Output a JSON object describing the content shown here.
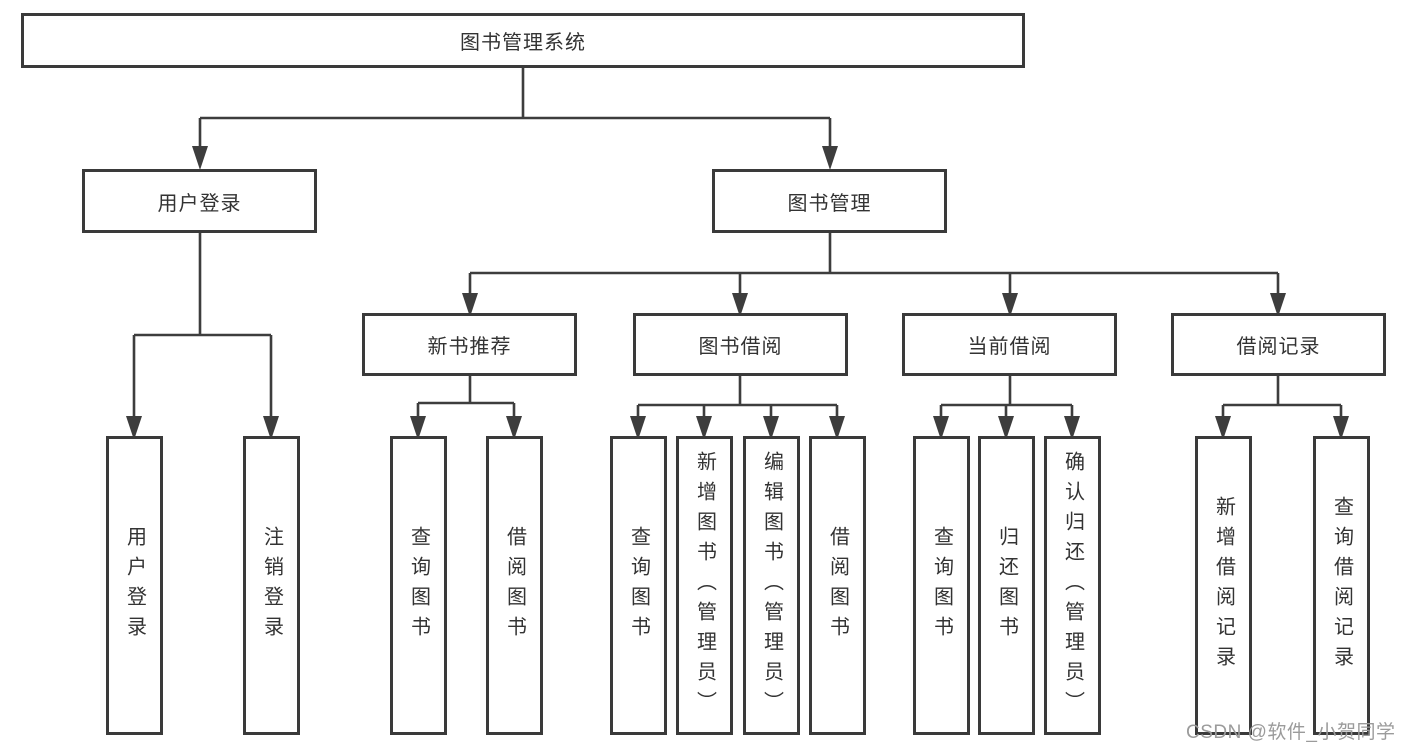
{
  "diagram": {
    "tree": {
      "root": {
        "label": "图书管理系统",
        "children": [
          {
            "label": "用户登录",
            "children": [
              {
                "label": "用户登录"
              },
              {
                "label": "注销登录"
              }
            ]
          },
          {
            "label": "图书管理",
            "children": [
              {
                "label": "新书推荐",
                "children": [
                  {
                    "label": "查询图书"
                  },
                  {
                    "label": "借阅图书"
                  }
                ]
              },
              {
                "label": "图书借阅",
                "children": [
                  {
                    "label": "查询图书"
                  },
                  {
                    "label": "新增图书（管理员）"
                  },
                  {
                    "label": "编辑图书（管理员）"
                  },
                  {
                    "label": "借阅图书"
                  }
                ]
              },
              {
                "label": "当前借阅",
                "children": [
                  {
                    "label": "查询图书"
                  },
                  {
                    "label": "归还图书"
                  },
                  {
                    "label": "确认归还（管理员）"
                  }
                ]
              },
              {
                "label": "借阅记录",
                "children": [
                  {
                    "label": "新增借阅记录"
                  },
                  {
                    "label": "查询借阅记录"
                  }
                ]
              }
            ]
          }
        ]
      }
    }
  },
  "watermark": {
    "text": "CSDN @软件_小贺同学"
  },
  "colors": {
    "line": "#3d3d3d",
    "box_border": "#3a3a3a",
    "text": "#333333",
    "watermark": "#9b9b9b",
    "background": "#ffffff"
  }
}
